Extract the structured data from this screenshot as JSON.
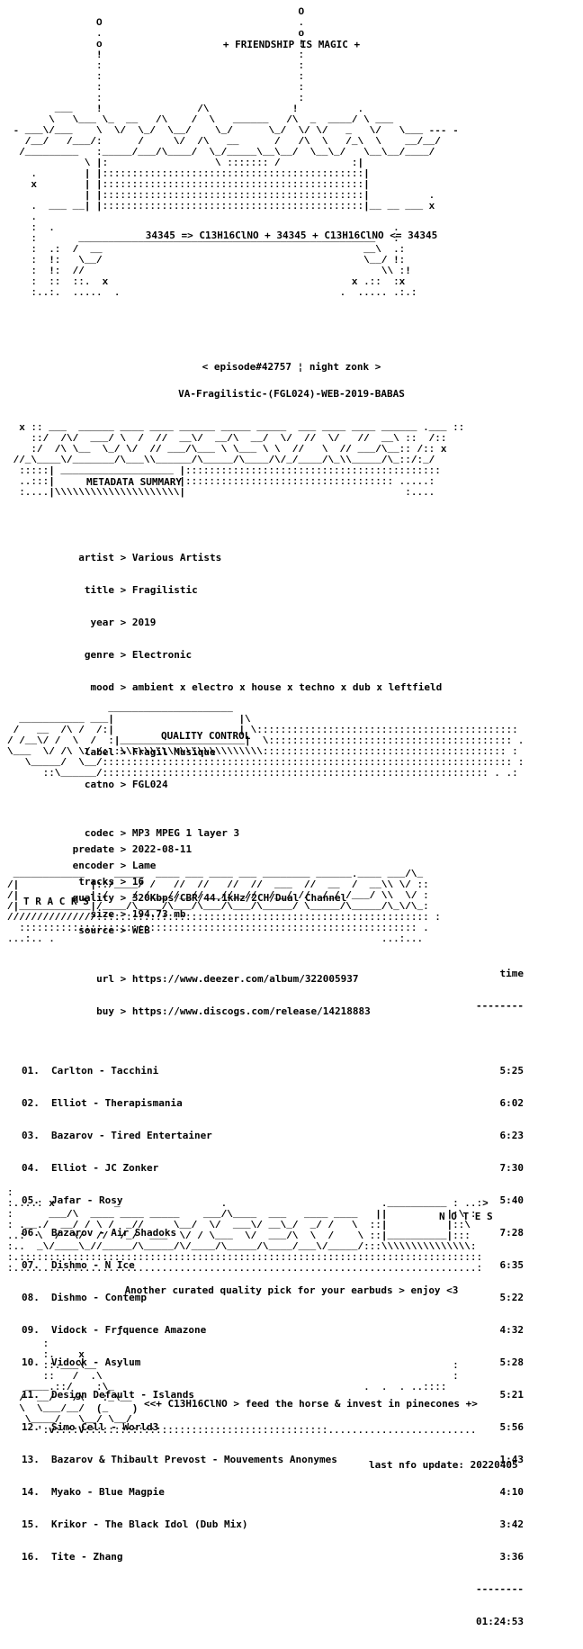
{
  "header": {
    "title": "+ FRIENDSHIP IS MAGIC +",
    "formula": "34345 => C13H16ClNO + 34345 + C13H16ClNO <= 34345"
  },
  "episode": "< episode#42757 ¦ night zonk >",
  "release_name": "VA-Fragilistic-(FGL024)-WEB-2019-BABAS",
  "sections": {
    "metadata": "METADATA SUMMARY",
    "quality": "QUALITY CONTROL",
    "tracks": "T R A C K S",
    "notes": "N O T E S"
  },
  "metadata": [
    {
      "key": "artist",
      "value": "Various Artists"
    },
    {
      "key": "title",
      "value": "Fragilistic"
    },
    {
      "key": "year",
      "value": "2019"
    },
    {
      "key": "genre",
      "value": "Electronic"
    },
    {
      "key": "mood",
      "value": "ambient x electro x house x techno x dub x leftfield"
    },
    {
      "key": "label",
      "value": "Fragil Musique"
    },
    {
      "key": "catno",
      "value": "FGL024"
    },
    {
      "key": "predate",
      "value": "2022-08-11"
    },
    {
      "key": "tracks",
      "value": "16"
    },
    {
      "key": "size",
      "value": "194.73 mb"
    },
    {
      "key": "url",
      "value": "https://www.deezer.com/album/322005937"
    },
    {
      "key": "buy",
      "value": "https://www.discogs.com/release/14218883"
    }
  ],
  "quality": [
    {
      "key": "codec",
      "value": "MP3 MPEG 1 layer 3"
    },
    {
      "key": "encoder",
      "value": "Lame"
    },
    {
      "key": "quality",
      "value": "320Kbps/CBR/44.1kHz/2CH/Dual Channel"
    },
    {
      "key": "source",
      "value": "WEB"
    }
  ],
  "tracklist": {
    "time_header": "time",
    "rule": "--------",
    "total": "01:24:53",
    "items": [
      {
        "num": "01.",
        "title": "Carlton - Tacchini",
        "time": "5:25"
      },
      {
        "num": "02.",
        "title": "Elliot - Therapismania",
        "time": "6:02"
      },
      {
        "num": "03.",
        "title": "Bazarov - Tired Entertainer",
        "time": "6:23"
      },
      {
        "num": "04.",
        "title": "Elliot - JC Zonker",
        "time": "7:30"
      },
      {
        "num": "05.",
        "title": "Jafar - Rosy",
        "time": "5:40"
      },
      {
        "num": "06.",
        "title": "Bazarov - Air Shadoks",
        "time": "7:28"
      },
      {
        "num": "07.",
        "title": "Dishmo - N Ice",
        "time": "6:35"
      },
      {
        "num": "08.",
        "title": "Dishmo - Contemp",
        "time": "5:22"
      },
      {
        "num": "09.",
        "title": "Vidock - Frƒquence Amazone",
        "time": "4:32"
      },
      {
        "num": "10.",
        "title": "Vidock - Asylum",
        "time": "5:28"
      },
      {
        "num": "11.",
        "title": "Design Default - Islands",
        "time": "5:21"
      },
      {
        "num": "12.",
        "title": "Simo Cell - World3",
        "time": "5:56"
      },
      {
        "num": "13.",
        "title": "Bazarov & Thibault Prevost - Mouvements Anonymes",
        "time": "1:43"
      },
      {
        "num": "14.",
        "title": "Myako - Blue Magpie",
        "time": "4:10"
      },
      {
        "num": "15.",
        "title": "Krikor - The Black Idol (Dub Mix)",
        "time": "3:42"
      },
      {
        "num": "16.",
        "title": "Tite - Zhang",
        "time": "3:36"
      }
    ]
  },
  "notes_text": "Another curated quality pick for your earbuds > enjoy <3",
  "footer": {
    "tagline": "<<+ C13H16ClNO > feed the horse & invest in pinecones +>",
    "last_update": "last nfo update: 20220405"
  }
}
